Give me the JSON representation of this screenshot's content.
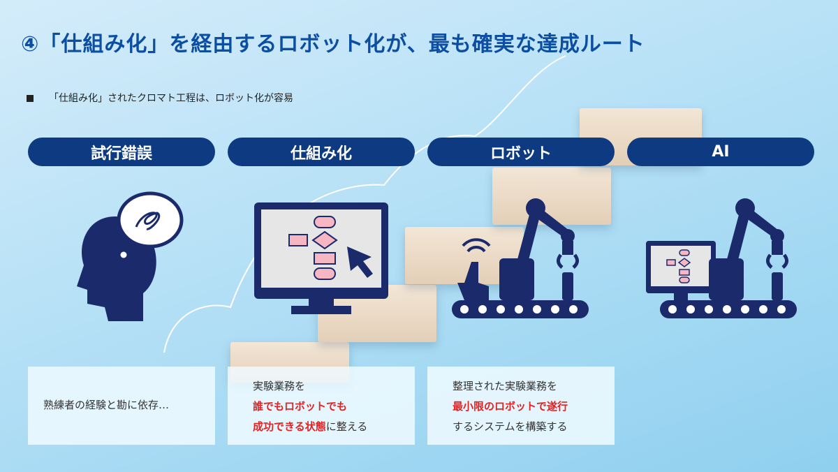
{
  "title": "④「仕組み化」を経由するロボット化が、最も確実な達成ルート",
  "bullet": "「仕組み化」されたクロマト工程は、ロボット化が容易",
  "stages": [
    {
      "label": "試行錯誤"
    },
    {
      "label": "仕組み化"
    },
    {
      "label": "ロボット"
    },
    {
      "label": "AI"
    }
  ],
  "descriptions": [
    {
      "line1": "熟練者の経験と勘に依存…"
    },
    {
      "line1": "実験業務を",
      "line2_red": "誰でもロボットでも",
      "line3_red": "成功できる状態",
      "line3_rest": "に整える"
    },
    {
      "line1": "整理された実験業務を",
      "line2_red": "最小限のロボットで遂行",
      "line3": "するシステムを構築する"
    }
  ],
  "colors": {
    "title": "#0b4ea2",
    "pill": "#0d3a80",
    "icon": "#1b2a6b",
    "highlight": "#e32222"
  }
}
